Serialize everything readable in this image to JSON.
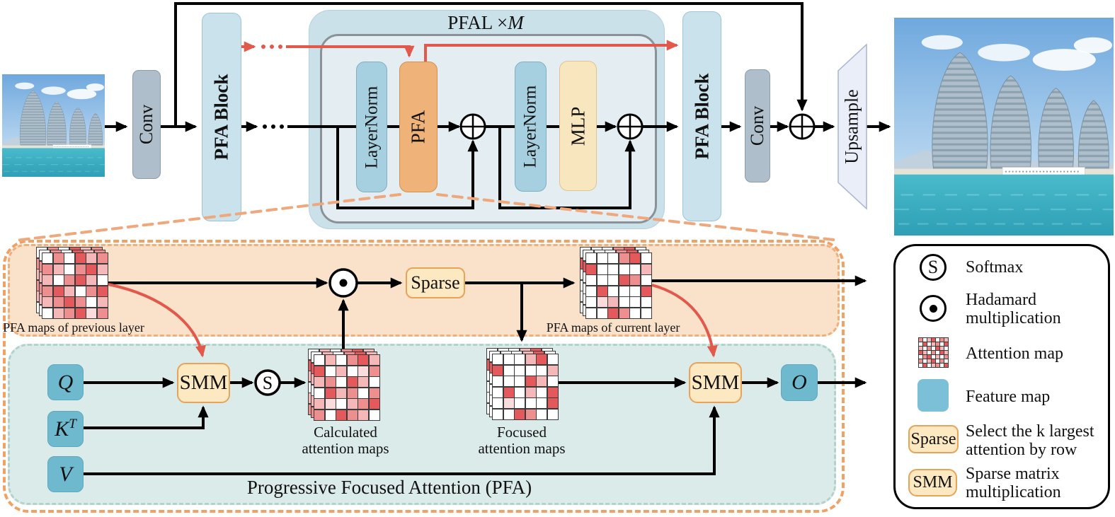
{
  "top": {
    "conv1": "Conv",
    "pfa_block1": "PFA Block",
    "pfal_title": "PFAL ×",
    "pfal_title_m": "M",
    "layernorm1": "LayerNorm",
    "pfa": "PFA",
    "layernorm2": "LayerNorm",
    "mlp": "MLP",
    "pfa_block2": "PFA Block",
    "conv2": "Conv",
    "upsample": "Upsample"
  },
  "bottom": {
    "prev_maps_label": "PFA maps of previous layer",
    "curr_maps_label": "PFA maps of current layer",
    "calc_maps_label": [
      "Calculated",
      "attention maps"
    ],
    "focused_maps_label": [
      "Focused",
      "attention maps"
    ],
    "panel_title": "Progressive Focused Attention (PFA)",
    "q": "Q",
    "k": "K",
    "k_sup": "T",
    "v": "V",
    "o": "O",
    "smm1": "SMM",
    "smm2": "SMM",
    "sparse": "Sparse",
    "softmax_symbol": "S"
  },
  "legend": {
    "items": [
      {
        "icon": "softmax-circle-icon",
        "symbol": "S",
        "lines": [
          "Softmax"
        ]
      },
      {
        "icon": "hadamard-icon",
        "lines": [
          "Hadamard",
          "multiplication"
        ]
      },
      {
        "icon": "attention-map-icon",
        "lines": [
          "Attention map"
        ]
      },
      {
        "icon": "feature-map-icon",
        "lines": [
          "Feature map"
        ]
      },
      {
        "icon": "sparse-box-icon",
        "box_label": "Sparse",
        "lines": [
          "Select the k largest",
          "attention by row"
        ]
      },
      {
        "icon": "smm-box-icon",
        "box_label": "SMM",
        "lines": [
          "Sparse matrix",
          "multiplication"
        ]
      }
    ]
  },
  "colors": {
    "red_accent": "#E2584B",
    "orange_panel_fill": "#FAE2CA",
    "orange_panel_border": "#EFA265",
    "teal_panel_fill": "#DBEBE9",
    "attention_red": "#E4595B",
    "feature_blue": "#7CC0D8",
    "pfa_block_blue": "#C9E2EC",
    "layernorm_blue": "#A6D0E0",
    "pfa_orange": "#EFB278",
    "mlp_cream": "#F8E7BE",
    "smm_fill": "#FCE9C2",
    "smm_border": "#E8A35B",
    "conv_gray": "#AEBECB"
  },
  "matrices": {
    "palette": [
      "#FFFFFF",
      "#FBDCDC",
      "#F5B8B8",
      "#EE8F8F",
      "#E4595B"
    ],
    "previous": [
      [
        0,
        3,
        0,
        4,
        2,
        3
      ],
      [
        3,
        2,
        0,
        3,
        4,
        2
      ],
      [
        2,
        0,
        3,
        4,
        2,
        0
      ],
      [
        3,
        4,
        2,
        0,
        3,
        4
      ],
      [
        2,
        3,
        4,
        3,
        0,
        2
      ],
      [
        0,
        2,
        3,
        4,
        1,
        3
      ]
    ],
    "calculated": [
      [
        0,
        2,
        0,
        3,
        4,
        2
      ],
      [
        4,
        0,
        2,
        0,
        1,
        3
      ],
      [
        2,
        3,
        0,
        4,
        2,
        0
      ],
      [
        0,
        4,
        2,
        3,
        0,
        3
      ],
      [
        2,
        1,
        0,
        2,
        3,
        4
      ],
      [
        3,
        0,
        4,
        3,
        2,
        0
      ]
    ],
    "current": [
      [
        0,
        0,
        0,
        3,
        4,
        0
      ],
      [
        4,
        0,
        0,
        0,
        0,
        2
      ],
      [
        0,
        0,
        0,
        4,
        3,
        0
      ],
      [
        0,
        4,
        0,
        0,
        0,
        4
      ],
      [
        0,
        1,
        2,
        0,
        0,
        0
      ],
      [
        0,
        0,
        4,
        3,
        0,
        0
      ]
    ],
    "focused": [
      [
        0,
        0,
        0,
        2,
        4,
        0
      ],
      [
        4,
        0,
        0,
        0,
        0,
        2
      ],
      [
        0,
        0,
        0,
        4,
        2,
        0
      ],
      [
        0,
        4,
        0,
        2,
        0,
        4
      ],
      [
        0,
        1,
        0,
        0,
        0,
        4
      ],
      [
        0,
        0,
        4,
        3,
        0,
        0
      ]
    ],
    "legend_icon": [
      [
        3,
        0,
        2,
        4,
        0,
        3,
        2
      ],
      [
        0,
        4,
        0,
        2,
        3,
        0,
        4
      ],
      [
        2,
        0,
        3,
        0,
        4,
        2,
        0
      ],
      [
        4,
        2,
        0,
        3,
        0,
        4,
        2
      ],
      [
        0,
        3,
        4,
        0,
        2,
        0,
        3
      ],
      [
        3,
        0,
        2,
        4,
        0,
        3,
        0
      ],
      [
        0,
        4,
        0,
        2,
        3,
        0,
        4
      ]
    ]
  }
}
